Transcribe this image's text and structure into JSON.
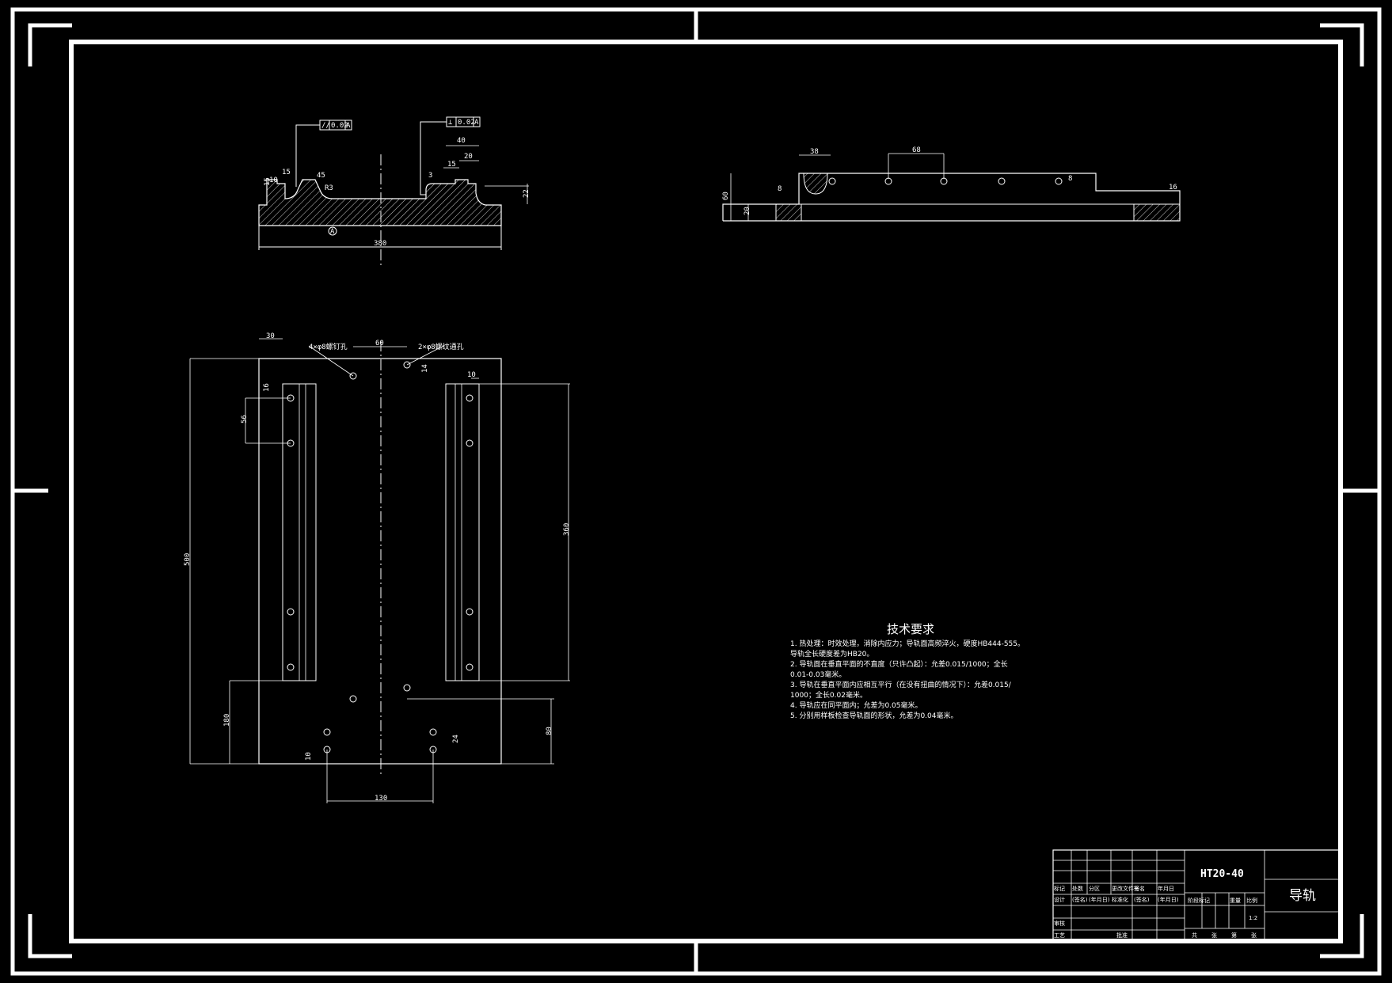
{
  "top_view": {
    "width_dim": "380",
    "datum": "A",
    "gdt_left": {
      "symbol": "//",
      "tolerance": "0.02",
      "datum": "A"
    },
    "gdt_right": {
      "symbol": "⊥",
      "tolerance": "0.02",
      "datum": "A"
    },
    "dims": [
      "15",
      "10",
      "15",
      "45",
      "R3",
      "40",
      "20",
      "15",
      "3",
      "22"
    ]
  },
  "side_view": {
    "dims": [
      "38",
      "68",
      "60",
      "20",
      "8",
      "8",
      "16"
    ]
  },
  "plan_view": {
    "dims": [
      "30",
      "60",
      "14",
      "10",
      "16",
      "56",
      "500",
      "360",
      "180",
      "80",
      "24",
      "10",
      "130"
    ],
    "hole_note_left": "4×φ8螺钉孔",
    "hole_note_right": "2×φ8螺纹通孔"
  },
  "tech_req": {
    "title": "技术要求",
    "lines": [
      "1. 热处理：时效处理，消除内应力；导轨面高频淬火，硬度HB444-555。",
      "   导轨全长硬度差为HB20。",
      "2. 导轨面在垂直平面的不直度（只许凸起）：允差0.015/1000；全长",
      "   0.01-0.03毫米。",
      "3. 导轨在垂直平面内应相互平行（在没有扭曲的情况下）：允差0.015/",
      "   1000；全长0.02毫米。",
      "4. 导轨应在同平面内；允差为0.05毫米。",
      "5. 分别用样板检查导轨面的形状，允差为0.04毫米。"
    ]
  },
  "title_block": {
    "material": "HT20-40",
    "part_name": "导轨",
    "scale": "1:2",
    "row_labels": [
      "标记",
      "处数",
      "分区",
      "更改文件号",
      "签名",
      "年月日"
    ],
    "sign_labels": [
      "设计",
      "(签名)",
      "(年月日)",
      "标准化",
      "(签名)",
      "(年月日)"
    ],
    "stage_labels": [
      "阶段标记",
      "重量",
      "比例"
    ],
    "review": "审核",
    "process": "工艺",
    "approve": "批准",
    "sheet_labels": [
      "共",
      "张",
      "第",
      "张"
    ]
  }
}
